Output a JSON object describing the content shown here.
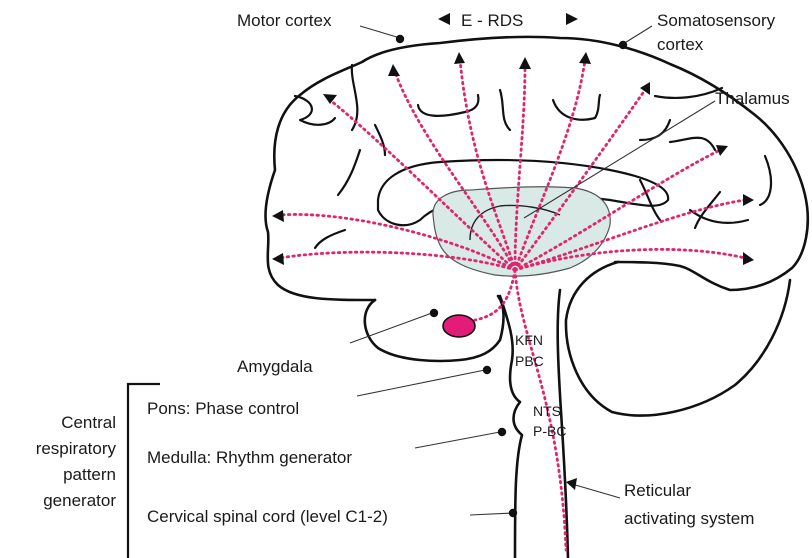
{
  "labels": {
    "motor_cortex": "Motor cortex",
    "e_rds": "E - RDS",
    "somatosensory_1": "Somatosensory",
    "somatosensory_2": "cortex",
    "thalamus": "Thalamus",
    "amygdala": "Amygdala",
    "kfn": "KFN",
    "pbc": "PBC",
    "nts": "NTS",
    "p_bc": "P-BC",
    "pons": "Pons: Phase control",
    "medulla": "Medulla: Rhythm generator",
    "cervical": "Cervical spinal cord (level C1-2)",
    "central_1": "Central",
    "central_2": "respiratory",
    "central_3": "pattern",
    "central_4": "generator",
    "reticular_1": "Reticular",
    "reticular_2": "activating system"
  },
  "colors": {
    "pathway": "#e0246e",
    "amygdala_fill": "#e31c79",
    "thalamus_fill": "#d9e9e6",
    "outline": "#111111"
  },
  "icons": {
    "left_arrow": "triangle-left-icon",
    "right_arrow": "triangle-right-icon"
  }
}
